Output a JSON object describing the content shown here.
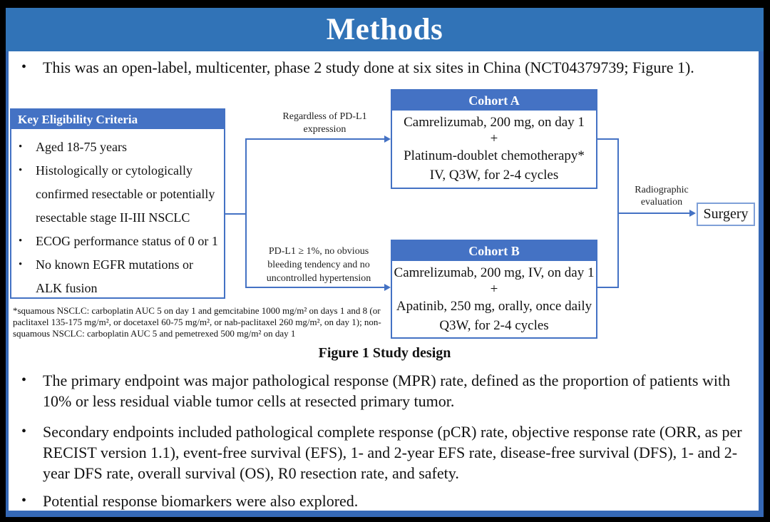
{
  "slide": {
    "title": "Methods",
    "bullet_char": "•",
    "intro": "This was an open-label, multicenter, phase 2 study done at six sites in China (NCT04379739; Figure 1)."
  },
  "figure": {
    "caption": "Figure 1 Study design",
    "eligibility": {
      "header": "Key  Eligibility Criteria",
      "items": [
        "Aged 18-75 years",
        "Histologically or cytologically confirmed resectable or potentially resectable stage II-III NSCLC",
        "ECOG performance status of 0 or 1",
        "No known EGFR mutations or ALK fusion"
      ]
    },
    "cohort_a": {
      "header": "Cohort A",
      "lines": [
        "Camrelizumab, 200 mg, on day 1",
        "+",
        "Platinum-doublet chemotherapy*",
        "IV, Q3W, for 2-4 cycles"
      ]
    },
    "cohort_b": {
      "header": "Cohort B",
      "lines": [
        "Camrelizumab, 200 mg, IV, on day 1",
        "+",
        "Apatinib, 250 mg, orally, once daily",
        "Q3W, for 2-4 cycles"
      ]
    },
    "labels": {
      "top_branch": "Regardless of PD-L1 expression",
      "bottom_branch": "PD-L1 ≥ 1%, no obvious bleeding tendency and no uncontrolled hypertension",
      "evaluation": "Radiographic evaluation"
    },
    "surgery": "Surgery",
    "footnote": "*squamous NSCLC: carboplatin AUC 5 on day 1 and gemcitabine 1000 mg/m² on days 1 and 8 (or paclitaxel 135-175 mg/m², or docetaxel 60-75 mg/m², or nab-paclitaxel 260 mg/m², on day 1); non-squamous NSCLC: carboplatin AUC 5 and pemetrexed 500 mg/m² on day 1"
  },
  "endpoints": {
    "primary": "The primary endpoint was major pathological response (MPR) rate, defined as the proportion of patients with 10% or less residual viable tumor cells at resected primary tumor.",
    "secondary": "Secondary endpoints included pathological complete response (pCR) rate, objective response rate (ORR, as per RECIST version 1.1), event-free survival (EFS), 1- and 2-year EFS rate, disease-free survival (DFS), 1- and 2-year DFS rate, overall survival (OS), R0 resection rate, and safety.",
    "biomarkers": "Potential response biomarkers were also explored."
  },
  "colors": {
    "title_band_blue": "#3173B7",
    "frame_border_blue": "#3568B5",
    "box_header_blue": "#4472C4",
    "flow_line_blue": "#4472C4",
    "surgery_border_blue": "#7FA0D8",
    "text_black": "#111111",
    "background_black": "#000000",
    "content_white": "#ffffff"
  }
}
